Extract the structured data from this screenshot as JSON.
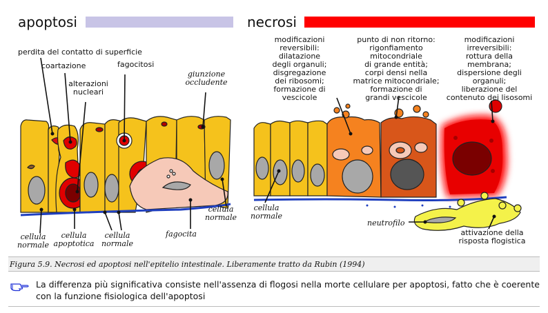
{
  "figure": {
    "title_apoptosis": "apoptosi",
    "title_necrosis": "necrosi",
    "colors": {
      "apoptosis_bar": "#c8c4e6",
      "necrosis_bar": "#ff0000",
      "cell_yellow": "#f5c21c",
      "cell_orange": "#f5821f",
      "cell_dark_orange": "#d8561a",
      "nucleus_gray": "#a8a8a8",
      "membrane_blue": "#1f3fbf",
      "red": "#e00000",
      "phagocyte_pink": "#f6c9b8",
      "neutrophil_yellow": "#f4f24a"
    },
    "apoptosis_labels": {
      "perdita": "perdita del contatto di superficie",
      "coartazione": "coartazione",
      "alterazioni_1": "alterazioni",
      "alterazioni_2": "nucleari",
      "fagocitosi": "fagocitosi",
      "giunzione_1": "giunzione",
      "giunzione_2": "occludente",
      "cellula_normale_left_1": "cellula",
      "cellula_normale_left_2": "normale",
      "cellula_apoptotica_1": "cellula",
      "cellula_apoptotica_2": "apoptotica",
      "cellula_normale_mid_1": "cellula",
      "cellula_normale_mid_2": "normale",
      "fagocita": "fagocita",
      "cellula_normale_right_1": "cellula",
      "cellula_normale_right_2": "normale"
    },
    "necrosis_labels": {
      "mod_rev_title_1": "modificazioni",
      "mod_rev_title_2": "reversibili:",
      "mod_rev_lines": [
        "dilatazione",
        "degli organuli;",
        "disgregazione",
        "dei ribosomi;",
        "formazione di",
        "vescicole"
      ],
      "pnr_title": "punto di non ritorno:",
      "pnr_lines": [
        "rigonfiamento",
        "mitocondriale",
        "di grande entità;",
        "corpi densi nella",
        "matrice mitocondriale;",
        "formazione di",
        "grandi vescicole"
      ],
      "mod_irr_title_1": "modificazioni",
      "mod_irr_title_2": "irreversibili:",
      "mod_irr_lines": [
        "rottura della",
        "membrana;",
        "dispersione degli",
        "organuli;",
        "liberazione del",
        "contenuto dei lisosomi"
      ],
      "cellula_normale_1": "cellula",
      "cellula_normale_2": "normale",
      "neutrofilo": "neutrofilo",
      "attivazione_1": "attivazione della",
      "attivazione_2": "risposta flogistica"
    }
  },
  "caption": "Figura 5.9. Necrosi ed apoptosi nell'epitelio intestinale. Liberamente tratto da Rubin (1994)",
  "note": {
    "icon": "pointing-hand-icon",
    "text": "La differenza più significativa consiste nell'assenza di flogosi nella morte cellulare per apoptosi, fatto che è coerente con la funzione fisiologica dell'apoptosi"
  }
}
